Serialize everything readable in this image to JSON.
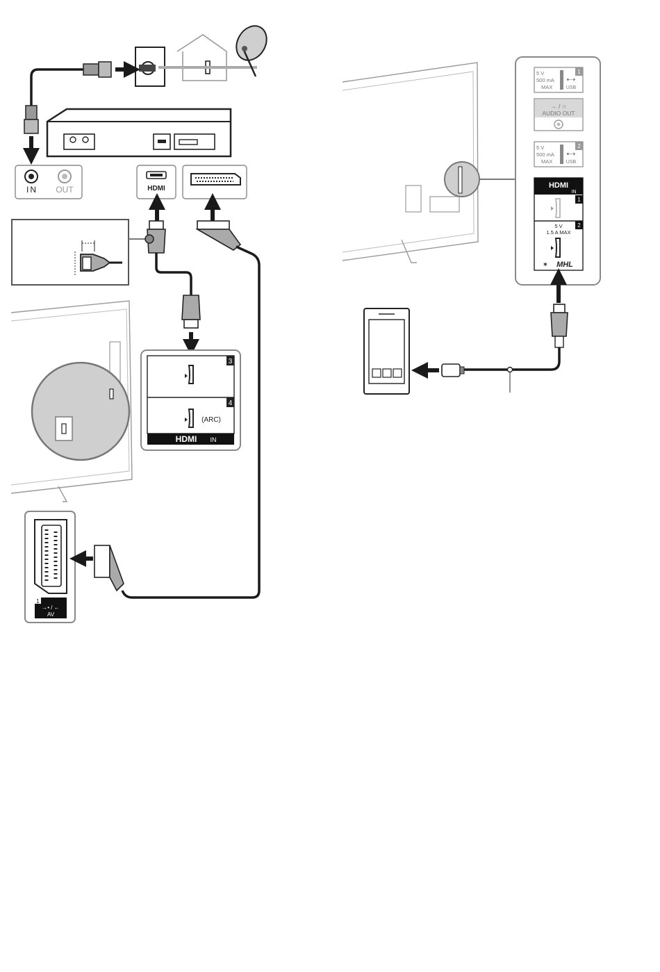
{
  "antenna_panel": {
    "in_label": "IN",
    "out_label": "OUT"
  },
  "hdmi_box": {
    "logo": "HDMI"
  },
  "hdmi_ports_left": {
    "port3_number": "3",
    "port4_number": "4",
    "arc_label": "(ARC)",
    "footer_logo": "HDMI",
    "footer_in": "IN"
  },
  "scart_panel": {
    "number": "1",
    "av_label": "AV",
    "symbols": "→• / ←"
  },
  "right_panel": {
    "usb1": {
      "line1": "5 V",
      "line2": "500 mA",
      "line3": "MAX",
      "usb_label": "USB",
      "number": "1"
    },
    "audio_out": {
      "label": "AUDIO OUT",
      "symbols": "→ / ∩"
    },
    "usb2": {
      "line1": "5 V",
      "line2": "500 mA",
      "line3": "MAX",
      "usb_label": "USB",
      "number": "2"
    },
    "hdmi_header_logo": "HDMI",
    "hdmi_header_in": "IN",
    "hdmi1_number": "1",
    "hdmi2_number": "2",
    "hdmi2_line1": "5 V",
    "hdmi2_line2": "1.5 A MAX",
    "mhl_label": "MHL"
  }
}
